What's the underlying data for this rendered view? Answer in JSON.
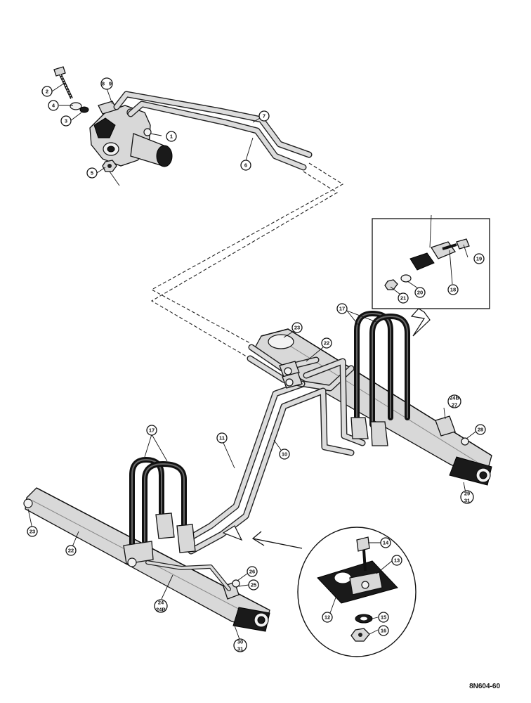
{
  "drawing_code": "8N604-60",
  "callouts": {
    "c1": "1",
    "c2": "2",
    "c3": "3",
    "c4": "4",
    "c5": "5",
    "c6": "6",
    "c7": "7",
    "c8": "8",
    "c9": "9",
    "c10": "10",
    "c11": "11",
    "c12": "12",
    "c13": "13",
    "c14": "14",
    "c15": "15",
    "c16": "16",
    "c17a": "17",
    "c17b": "17",
    "c18": "18",
    "c19": "19",
    "c20": "20",
    "c21": "21",
    "c22a": "22",
    "c22b": "22",
    "c23a": "23",
    "c23b": "23",
    "c24": "24",
    "c24b": "24B",
    "c25": "25",
    "c26": "26",
    "c27": "27",
    "c27b": "24B",
    "c28": "28",
    "c29": "29",
    "c30": "30",
    "c31a": "31",
    "c31b": "31"
  }
}
